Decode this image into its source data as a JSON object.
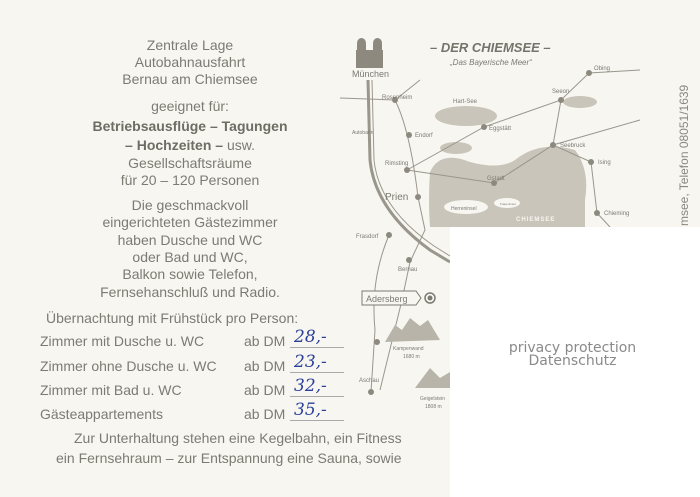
{
  "intro": [
    "Zentrale Lage",
    "Autobahnausfahrt",
    "Bernau am Chiemsee",
    "geeignet für:"
  ],
  "highlight": [
    "Betriebsausflüge – Tagungen",
    "– Hochzeiten –"
  ],
  "highlight_suffix": " usw.",
  "features": [
    "Gesellschaftsräume",
    "für 20 – 120 Personen",
    "Die geschmackvoll",
    "eingerichteten Gästezimmer",
    "haben Dusche und WC",
    "oder Bad und WC,",
    "Balkon sowie Telefon,",
    "Fernsehanschluß und Radio."
  ],
  "prices_heading": "Übernachtung mit Frühstück pro Person:",
  "prices": [
    {
      "room": "Zimmer mit Dusche u. WC",
      "prefix": "ab DM",
      "value": "28,-"
    },
    {
      "room": "Zimmer ohne Dusche u. WC",
      "prefix": "ab DM",
      "value": "23,-"
    },
    {
      "room": "Zimmer mit Bad u. WC",
      "prefix": "ab DM",
      "value": "32,-"
    },
    {
      "room": "Gästeappartements",
      "prefix": "ab DM",
      "value": "35,-"
    }
  ],
  "footer": [
    "Zur Unterhaltung stehen eine Kegelbahn, ein Fitness",
    "ein Fernsehraum – zur Entspannung eine Sauna, sowie"
  ],
  "map": {
    "title": "– DER CHIEMSEE –",
    "subtitle": "„Das Bayerische Meer“",
    "places": {
      "muenchen": "München",
      "rosenheim": "Rosenheim",
      "hartsee": "Hart-See",
      "autobahn": "Autobahn",
      "endorf": "Endorf",
      "eggstaett": "Eggstätt",
      "seeon": "Seeon",
      "obing": "Obing",
      "seebruck": "Seebruck",
      "ising": "Ising",
      "rimsting": "Rimsting",
      "gstadt": "Gstadt",
      "prien": "Prien",
      "herreninsel": "Herreninsel",
      "fraueninsel": "Fraueninsel",
      "chiemsee": "CHIEMSEE",
      "chieming": "Chieming",
      "frasdorf": "Frasdorf",
      "bernau": "Bernau",
      "adersberg": "Adersberg",
      "kampenwand": "Kampenwand",
      "kampenwand_h": "1680 m",
      "aschau": "Aschau",
      "geigelstein": "Geigelstein",
      "geigelstein_h": "1808 m"
    }
  },
  "telephone": "msee, Telefon 08051/1639",
  "privacy": [
    "privacy protection",
    "Datenschutz"
  ]
}
